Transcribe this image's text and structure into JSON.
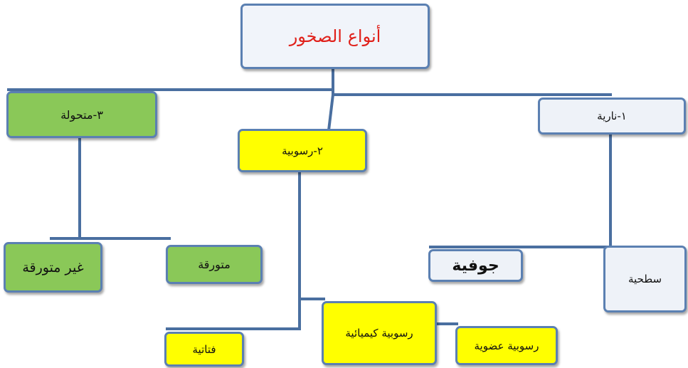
{
  "diagram": {
    "root": "أنواع الصخور",
    "igneous": "١-نارية",
    "sedimentary": "٢-رسوبية",
    "metamorphic": "٣-متحولة",
    "extrusive": "سطحية",
    "intrusive": "جوفية",
    "foliated": "متورقة",
    "non_foliated": "غير متورقة",
    "chemical": "رسوبية كيميائية",
    "organic": "رسوبية عضوية",
    "clastic": "فتاتية"
  },
  "colors": {
    "line": "#4a6fa0",
    "border": "#5b80b2",
    "root_text": "#e0201a",
    "green": "#8ac858",
    "yellow": "#ffff00",
    "pale": "#eef2f8"
  }
}
